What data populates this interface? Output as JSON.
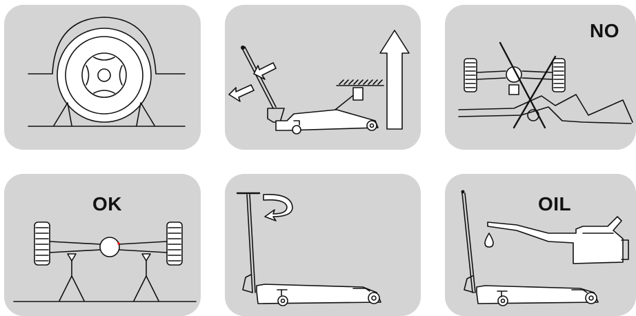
{
  "panels": [
    {
      "id": "wheel-chock",
      "caption": ""
    },
    {
      "id": "jack-lift-operation",
      "caption": ""
    },
    {
      "id": "no-under-jack-only",
      "caption": "NO"
    },
    {
      "id": "use-axle-stands",
      "caption": "OK"
    },
    {
      "id": "release-valve-turn",
      "caption": ""
    },
    {
      "id": "add-oil",
      "caption": "OIL"
    }
  ],
  "colors": {
    "panel_bg": "#d4d4d4",
    "line": "#111111",
    "accent": "#ff0000"
  }
}
